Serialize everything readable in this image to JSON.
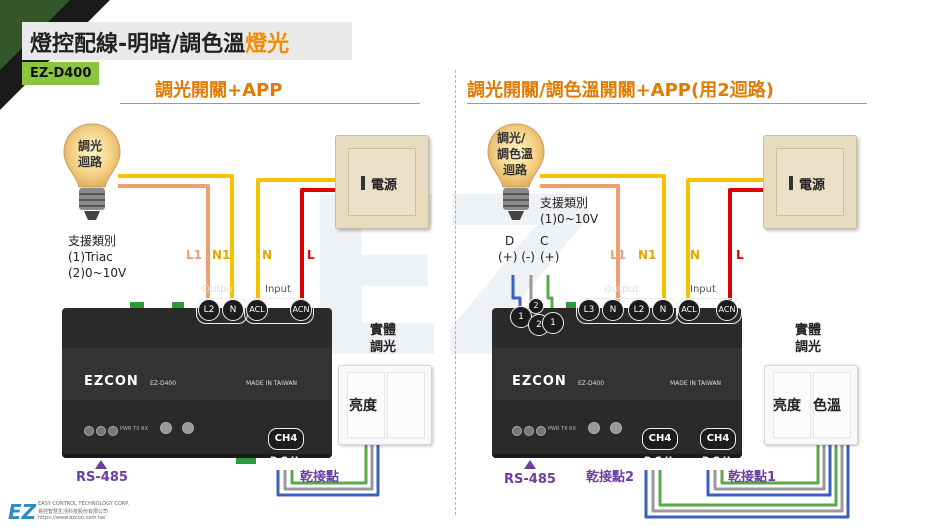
{
  "title": {
    "main": "燈控配線-明暗/調色溫",
    "highlight": "燈光"
  },
  "model": "EZ-D400",
  "left": {
    "section_title": "調光開關+APP",
    "bulb_label_1": "調光",
    "bulb_label_2": "迴路",
    "support": [
      "支援類別",
      "(1)Triac",
      "(2)0~10V"
    ],
    "wire_labels": {
      "l1": "L1",
      "n1": "N1",
      "n": "N",
      "l": "L"
    },
    "power": "電源",
    "output_label": "Output",
    "input_label": "Input",
    "terminals": [
      "L2",
      "N",
      "ACL",
      "ACN"
    ],
    "brand": "EZCON",
    "device_model": "EZ-D400",
    "made_in": "MADE IN TAIWAN",
    "switch_title": [
      "實體",
      "調光"
    ],
    "switch_key": "亮度",
    "ch4": "CH4",
    "dgu": "DGU",
    "dry_contact": "乾接點",
    "rs485": "RS-485"
  },
  "right": {
    "section_title": "調光開關/調色溫開關+APP(用2迴路)",
    "bulb_label_1": "調光/",
    "bulb_label_2": "調色溫",
    "bulb_label_3": "迴路",
    "support": [
      "支援類別",
      "(1)0~10V"
    ],
    "dc_labels": {
      "d": "D",
      "c": "C",
      "d_pol": "(+) (-)",
      "c_pol": "(+)"
    },
    "wire_labels": {
      "l1": "L1",
      "n1": "N1",
      "n": "N",
      "l": "L"
    },
    "power": "電源",
    "output_label": "Output",
    "input_label": "Input",
    "low_terminals": [
      "1",
      "2",
      "2",
      "1"
    ],
    "terminals": [
      "L3",
      "N",
      "L2",
      "N",
      "ACL",
      "ACN"
    ],
    "brand": "EZCON",
    "device_model": "EZ-D400",
    "made_in": "MADE IN TAIWAN",
    "switch_title": [
      "實體",
      "調光"
    ],
    "switch_keys": [
      "亮度",
      "色溫"
    ],
    "ch4_a": "CH4",
    "ch4_b": "CH4",
    "dgu": "DGU",
    "dry_contact_2": "乾接點2",
    "dry_contact_1": "乾接點1",
    "rs485": "RS-485"
  },
  "footer": {
    "logo": "EZ",
    "company_en": "EASY CONTROL TECHNOLOGY CORP.",
    "company_zh": "易控智慧生活科技股份有限公司",
    "url": "https://www.ezcon.com.tw/"
  },
  "colors": {
    "accent": "#e07b00",
    "orange_wire": "#f0a070",
    "yellow_wire": "#f5c200",
    "red_wire": "#e00000",
    "purple": "#6b3fa0",
    "green_tag": "#8cc63f",
    "blue_wire": "#3a5fbf"
  },
  "icons": [
    "light-bulb-icon",
    "power-switch-icon",
    "triangle-up-icon",
    "ez-logo-icon"
  ]
}
